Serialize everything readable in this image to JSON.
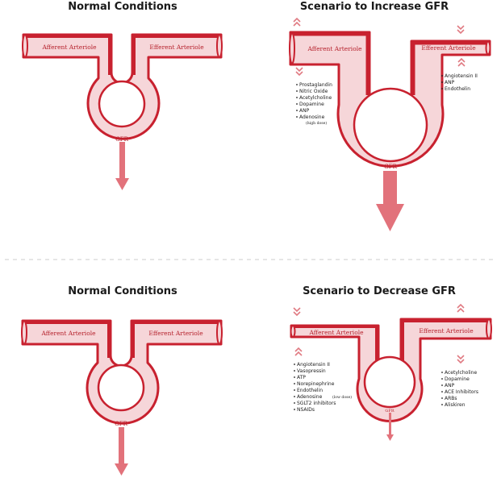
{
  "colors": {
    "wall": "#c8212f",
    "lumen": "#f6d6d9",
    "arrow": "#e2727b",
    "chevron": "#e07a82",
    "divider": "#cccccc"
  },
  "panels": {
    "top_left": {
      "title": "Normal Conditions",
      "afferent_label": "Afferent Arteriole",
      "efferent_label": "Efferent Arteriole",
      "gfr_label": "GFR"
    },
    "top_right": {
      "title": "Scenario to Increase GFR",
      "afferent_label": "Afferent Arteriole",
      "efferent_label": "Efferent Arteriole",
      "gfr_label": "GFR",
      "left_list": [
        "Prostaglandin",
        "Nitric Oxide",
        "Acetylcholine",
        "Dopamine",
        "ANP",
        "Adenosine"
      ],
      "left_note": "(high dose)",
      "right_list": [
        "Angiotensin II",
        "ANP",
        "Endothelin"
      ],
      "chevron_icons": [
        "chevron-up-icon",
        "chevron-down-icon",
        "chevron-down-icon",
        "chevron-up-icon"
      ]
    },
    "bottom_left": {
      "title": "Normal Conditions",
      "afferent_label": "Afferent Arteriole",
      "efferent_label": "Efferent Arteriole",
      "gfr_label": "GFR"
    },
    "bottom_right": {
      "title": "Scenario to Decrease GFR",
      "afferent_label": "Afferent Arteriole",
      "efferent_label": "Efferent Arteriole",
      "gfr_label": "GFR",
      "left_list": [
        "Angiotensin II",
        "Vasopressin",
        "ATP",
        "Norepinephrine",
        "Endothelin",
        "Adenosine",
        "SGLT2 inhibitors",
        "NSAIDs"
      ],
      "left_note": "(low dose)",
      "right_list": [
        "Acetylcholine",
        "Dopamine",
        "ANP",
        "ACE Inhibitors",
        "ARBs",
        "Aliskiren"
      ],
      "chevron_icons": [
        "chevron-down-icon",
        "chevron-up-icon",
        "chevron-up-icon",
        "chevron-down-icon"
      ]
    }
  }
}
